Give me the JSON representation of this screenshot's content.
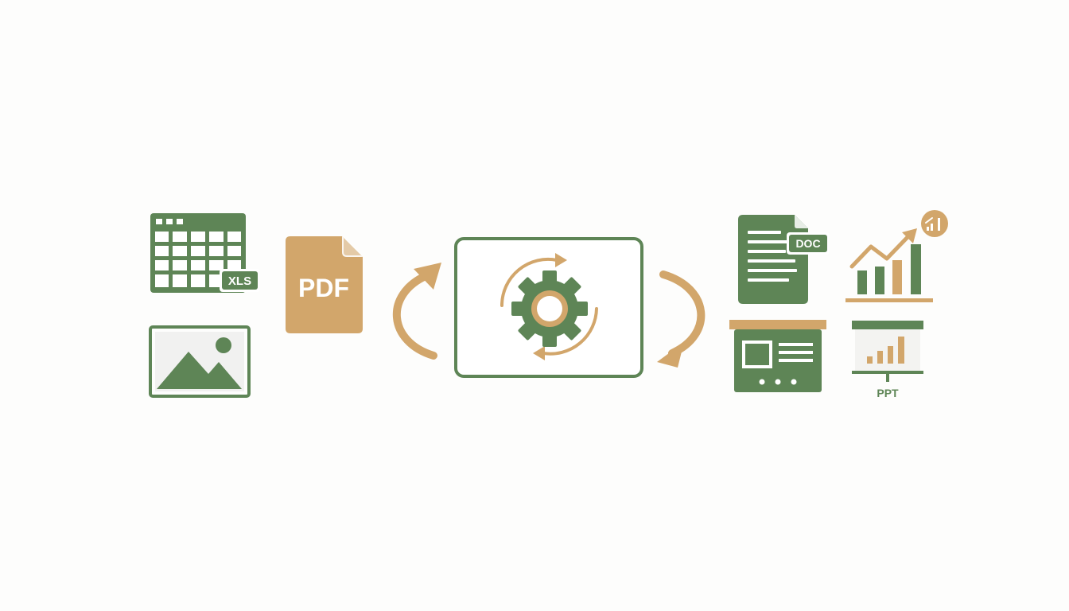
{
  "colors": {
    "background": "#fdfdfc",
    "green": "#5e8556",
    "tan": "#d2a66b",
    "white": "#ffffff",
    "light_panel": "#f3f3f1"
  },
  "inputs": {
    "spreadsheet_badge": "XLS",
    "pdf_label": "PDF",
    "image_icon": "image-icon"
  },
  "processor": {
    "icon": "gear-icon",
    "cycle_icon": "refresh-cycle-icon"
  },
  "outputs": {
    "document_badge": "DOC",
    "presentation_label": "PPT",
    "chart_icon": "growth-chart-icon",
    "slide_icon": "slide-layout-icon"
  },
  "arrows": {
    "in_arrow": "curved-arrow-up-icon",
    "out_arrow": "curved-arrow-down-icon"
  }
}
